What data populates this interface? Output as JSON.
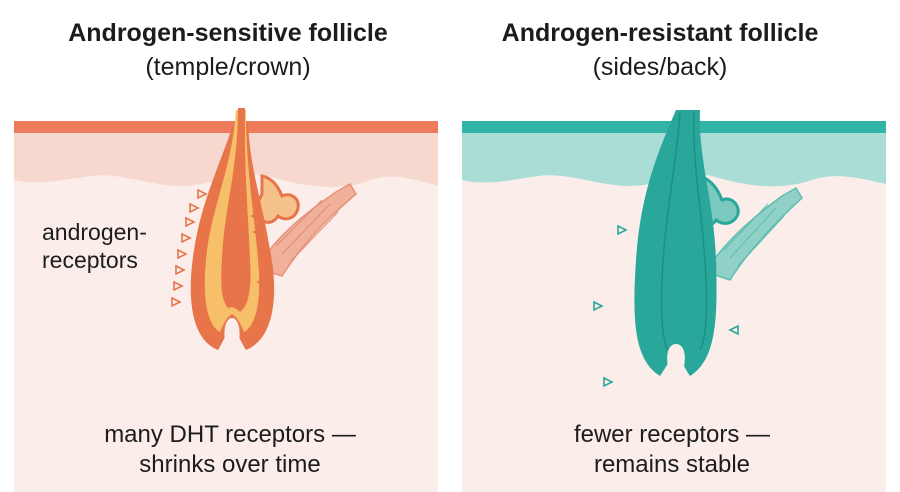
{
  "left_panel": {
    "title": "Androgen-sensitive follicle",
    "subtitle": "(temple/crown)",
    "receptor_label_line1": "androgen-",
    "receptor_label_line2": "receptors",
    "caption_line1": "many DHT receptors —",
    "caption_line2": "shrinks over time"
  },
  "right_panel": {
    "title": "Androgen-resistant follicle",
    "subtitle": "(sides/back)",
    "caption_line1": "fewer receptors —",
    "caption_line2": "remains stable"
  },
  "colors": {
    "sensitive_follicle": "#e8744a",
    "sensitive_inner": "#f7bf6a",
    "sensitive_skin_top": "#ee7c5c",
    "sensitive_dermis": "#f7d8cf",
    "resistant_follicle": "#2aa79b",
    "resistant_skin_top": "#33b3a6",
    "resistant_dermis": "#a9ddd6",
    "background_tissue": "#fbeeea"
  }
}
